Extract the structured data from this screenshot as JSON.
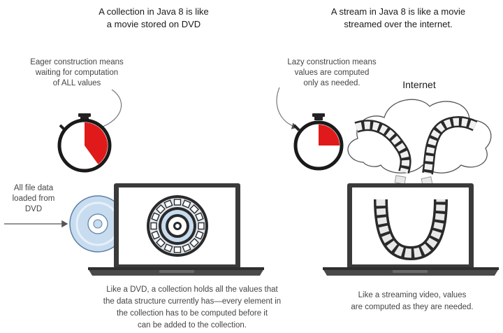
{
  "left": {
    "heading": "A collection in Java 8 is like\na movie stored on DVD",
    "note": "Eager construction means\nwaiting for computation\nof ALL values",
    "side_label": "All file data\nloaded from\nDVD",
    "caption": "Like a DVD, a collection holds all the values that\nthe data structure currently has—every element in\nthe collection has to be computed before it\ncan be added to the collection.",
    "timer_fill_fraction": 0.4
  },
  "right": {
    "heading": "A stream in Java 8 is like a movie\nstreamed over the internet.",
    "note": "Lazy construction means\nvalues are computed\nonly as needed.",
    "cloud_label": "Internet",
    "caption": "Like a streaming video, values\nare computed as they are needed.",
    "timer_fill_fraction": 0.25
  },
  "colors": {
    "timer_red": "#e01a1a",
    "disc_blue": "#c8dcef",
    "film_dark": "#2a2a2a",
    "laptop": "#3a3a3a"
  }
}
